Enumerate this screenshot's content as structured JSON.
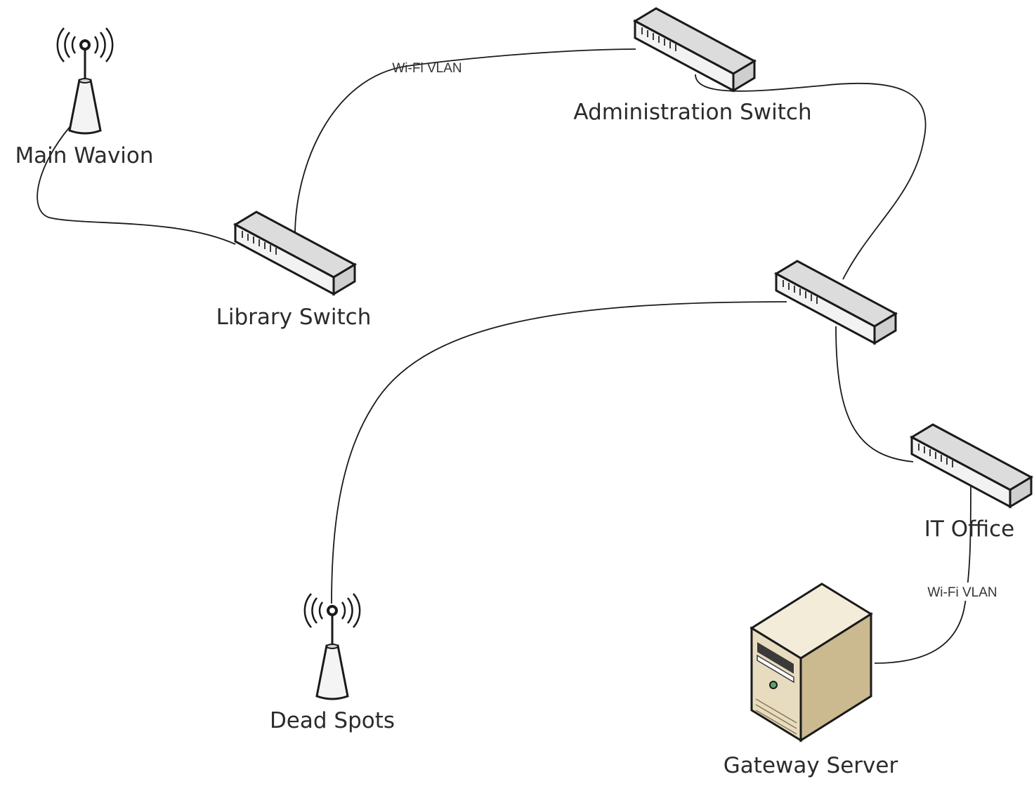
{
  "nodes": {
    "main_wavion": {
      "label": "Main Wavion",
      "icon": "wireless-access-point-icon"
    },
    "library_switch": {
      "label": "Library Switch",
      "icon": "network-switch-icon"
    },
    "administration_switch": {
      "label": "Administration Switch",
      "icon": "network-switch-icon"
    },
    "core_switch": {
      "label": "",
      "icon": "network-switch-icon"
    },
    "it_office": {
      "label": "IT Office",
      "icon": "network-switch-icon"
    },
    "dead_spots": {
      "label": "Dead Spots",
      "icon": "wireless-access-point-icon"
    },
    "gateway_server": {
      "label": "Gateway Server",
      "icon": "server-tower-icon"
    }
  },
  "links": {
    "library_admin": {
      "label": "Wi-Fi VLAN"
    },
    "itoffice_gateway": {
      "label": "Wi-Fi VLAN"
    }
  },
  "colors": {
    "switch_top": "#dcdcdc",
    "switch_face": "#f2f2f2",
    "switch_side": "#cfcfcf",
    "outline": "#1a1a1a",
    "server_body": "#e8dcc0",
    "server_side": "#cbb98f"
  }
}
